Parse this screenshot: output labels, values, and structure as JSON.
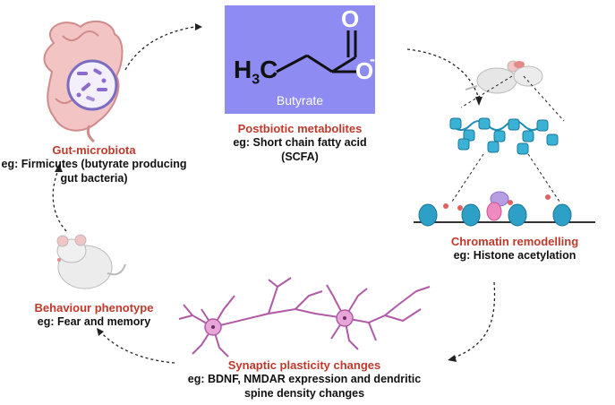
{
  "butyrate": {
    "formula_h": "H",
    "formula_sub3": "3",
    "formula_c": "C",
    "oxygen_top": "O",
    "oxygen_right": "O",
    "charge": "-",
    "name": "Butyrate",
    "box_color": "#8e8cf2"
  },
  "postbiotic": {
    "title": "Postbiotic metabolites",
    "line1": "eg: Short chain fatty acid",
    "line2": "(SCFA)"
  },
  "gut": {
    "title": "Gut-microbiota",
    "line1": "eg: Firmicutes (butyrate producing",
    "line2": "gut bacteria)"
  },
  "chromatin": {
    "title": "Chromatin remodelling",
    "line1": "eg: Histone acetylation"
  },
  "behaviour": {
    "title": "Behaviour phenotype",
    "line1": "eg: Fear and memory"
  },
  "synaptic": {
    "title": "Synaptic plasticity changes",
    "line1": "eg: BDNF, NMDAR expression and dendritic",
    "line2": "spine density changes"
  },
  "colors": {
    "title_red": "#c0392b",
    "neuron": "#b05aa6",
    "histone": "#1f8fb5",
    "gut": "#e8a8a8",
    "bacteria": "#8c6bd1"
  }
}
